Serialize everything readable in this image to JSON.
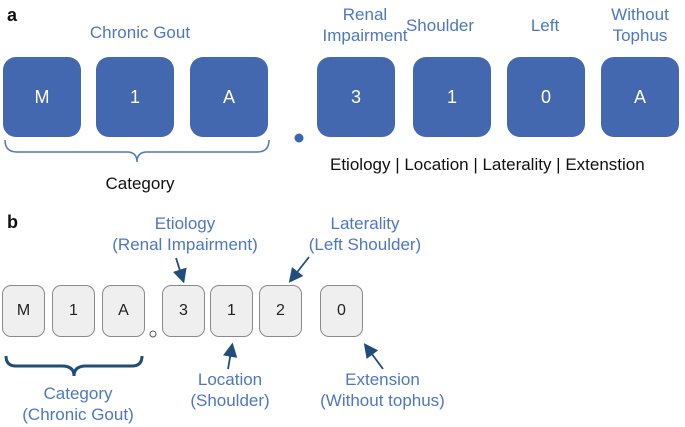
{
  "panel_a": {
    "letter": "a",
    "category_title": "Chronic Gout",
    "category_boxes": [
      "M",
      "1",
      "A"
    ],
    "ext_labels": [
      {
        "line1": "Renal",
        "line2": "Impairment"
      },
      {
        "line1": "Shoulder",
        "line2": ""
      },
      {
        "line1": "Left",
        "line2": ""
      },
      {
        "line1": "Without",
        "line2": "Tophus"
      }
    ],
    "ext_boxes": [
      "3",
      "1",
      "0",
      "A"
    ],
    "category_label": "Category",
    "ext_caption": "Etiology | Location | Laterality | Extenstion",
    "colors": {
      "box": "#4468b0",
      "label": "#4d78c0",
      "dot": "#3f66ad"
    }
  },
  "panel_b": {
    "letter": "b",
    "category_boxes": [
      "M",
      "1",
      "A"
    ],
    "ext_boxes": [
      "3",
      "1",
      "2"
    ],
    "extension_box": "0",
    "etiology": {
      "line1": "Etiology",
      "line2": "(Renal Impairment)"
    },
    "laterality": {
      "line1": "Laterality",
      "line2": "(Left Shoulder)"
    },
    "location": {
      "line1": "Location",
      "line2": "(Shoulder)"
    },
    "extension": {
      "line1": "Extension",
      "line2": "(Without tophus)"
    },
    "category": {
      "line1": "Category",
      "line2": "(Chronic Gout)"
    },
    "colors": {
      "box_fill": "#efefef",
      "box_border": "#8a8a8a",
      "label": "#4d78c0",
      "arrow": "#1f4e79"
    }
  }
}
